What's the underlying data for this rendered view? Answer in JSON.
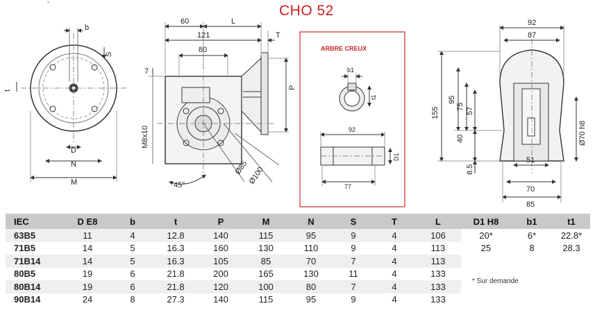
{
  "title": "CHO 52",
  "corner_mark": "ˇ",
  "detail_title": "ARBRE CREUX",
  "labels": {
    "front_b": "b",
    "front_S": "S",
    "front_t": "t",
    "front_D": "D",
    "front_N": "N",
    "front_M": "M",
    "mid_60": "60",
    "mid_L": "L",
    "mid_121": "121",
    "mid_T": "T",
    "mid_80": "80",
    "mid_7": "7",
    "mid_P": "P",
    "mid_M8x10": "M8x10",
    "mid_d85": "Ø85",
    "mid_d100": "Ø100",
    "mid_45": "45°",
    "det_b1": "b1",
    "det_t1": "t1",
    "det_92": "92",
    "det_D1": "D1",
    "det_77": "77",
    "side_92": "92",
    "side_87": "87",
    "side_155": "155",
    "side_95": "95",
    "side_75": "75",
    "side_57": "57",
    "side_40": "40",
    "side_8_5": "8.5",
    "side_d70": "Ø70 h8",
    "side_51": "51",
    "side_70": "70",
    "side_85": "85"
  },
  "table": {
    "headers": [
      "IEC",
      "D E8",
      "b",
      "t",
      "P",
      "M",
      "N",
      "S",
      "T",
      "L",
      "D1 H8",
      "b1",
      "t1"
    ],
    "rows": [
      [
        "63B5",
        "11",
        "4",
        "12.8",
        "140",
        "115",
        "95",
        "9",
        "4",
        "106",
        "20*",
        "6*",
        "22.8*"
      ],
      [
        "71B5",
        "14",
        "5",
        "16.3",
        "160",
        "130",
        "110",
        "9",
        "4",
        "113",
        "25",
        "8",
        "28.3"
      ],
      [
        "71B14",
        "14",
        "5",
        "16.3",
        "105",
        "85",
        "70",
        "7",
        "4",
        "113",
        "",
        "",
        ""
      ],
      [
        "80B5",
        "19",
        "6",
        "21.8",
        "200",
        "165",
        "130",
        "11",
        "4",
        "133",
        "",
        "",
        ""
      ],
      [
        "80B14",
        "19",
        "6",
        "21.8",
        "120",
        "100",
        "80",
        "7",
        "4",
        "133",
        "",
        "",
        ""
      ],
      [
        "90B14",
        "24",
        "8",
        "27.3",
        "140",
        "115",
        "95",
        "9",
        "4",
        "133",
        "",
        "",
        ""
      ]
    ],
    "note": "* Sur demande"
  }
}
